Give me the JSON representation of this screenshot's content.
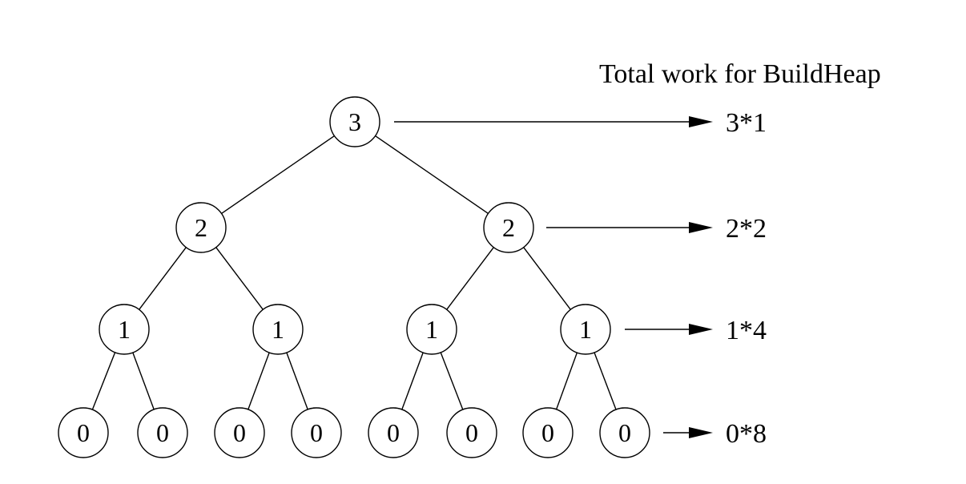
{
  "title": "Total work for BuildHeap",
  "levels": [
    {
      "label": "3*1",
      "nodes": [
        "3"
      ]
    },
    {
      "label": "2*2",
      "nodes": [
        "2",
        "2"
      ]
    },
    {
      "label": "1*4",
      "nodes": [
        "1",
        "1",
        "1",
        "1"
      ]
    },
    {
      "label": "0*8",
      "nodes": [
        "0",
        "0",
        "0",
        "0",
        "0",
        "0",
        "0",
        "0"
      ]
    }
  ],
  "colors": {
    "stroke": "#000000",
    "background": "#ffffff"
  }
}
